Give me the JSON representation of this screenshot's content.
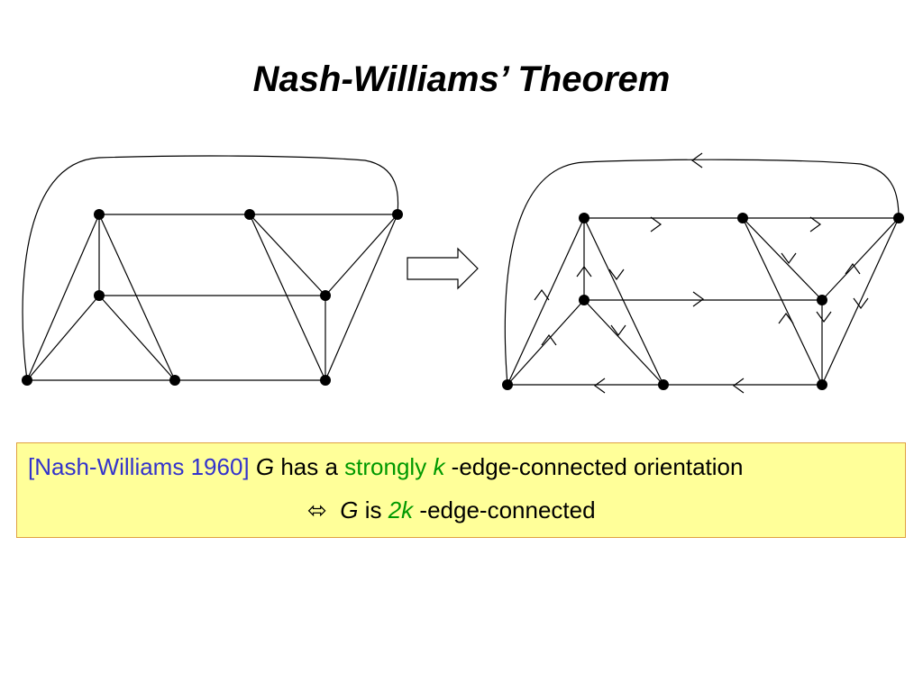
{
  "title": "Nash-Williams’ Theorem",
  "colors": {
    "background": "#ffffff",
    "box_fill": "#ffff99",
    "box_border": "#e0a040",
    "citation": "#3333cc",
    "highlight": "#009900",
    "ink": "#000000"
  },
  "theorem": {
    "citation": "[Nash-Williams 1960]",
    "line1": {
      "g": "G",
      "has_a": " has a ",
      "strongly": "strongly",
      "k": "k",
      "rest": " -edge-connected orientation"
    },
    "line2": {
      "iff_symbol": "⬄",
      "g": "G",
      "is": " is ",
      "two_k": "2k",
      "rest": " -edge-connected"
    }
  },
  "icons": {
    "arrow": "right-block-arrow-icon"
  }
}
